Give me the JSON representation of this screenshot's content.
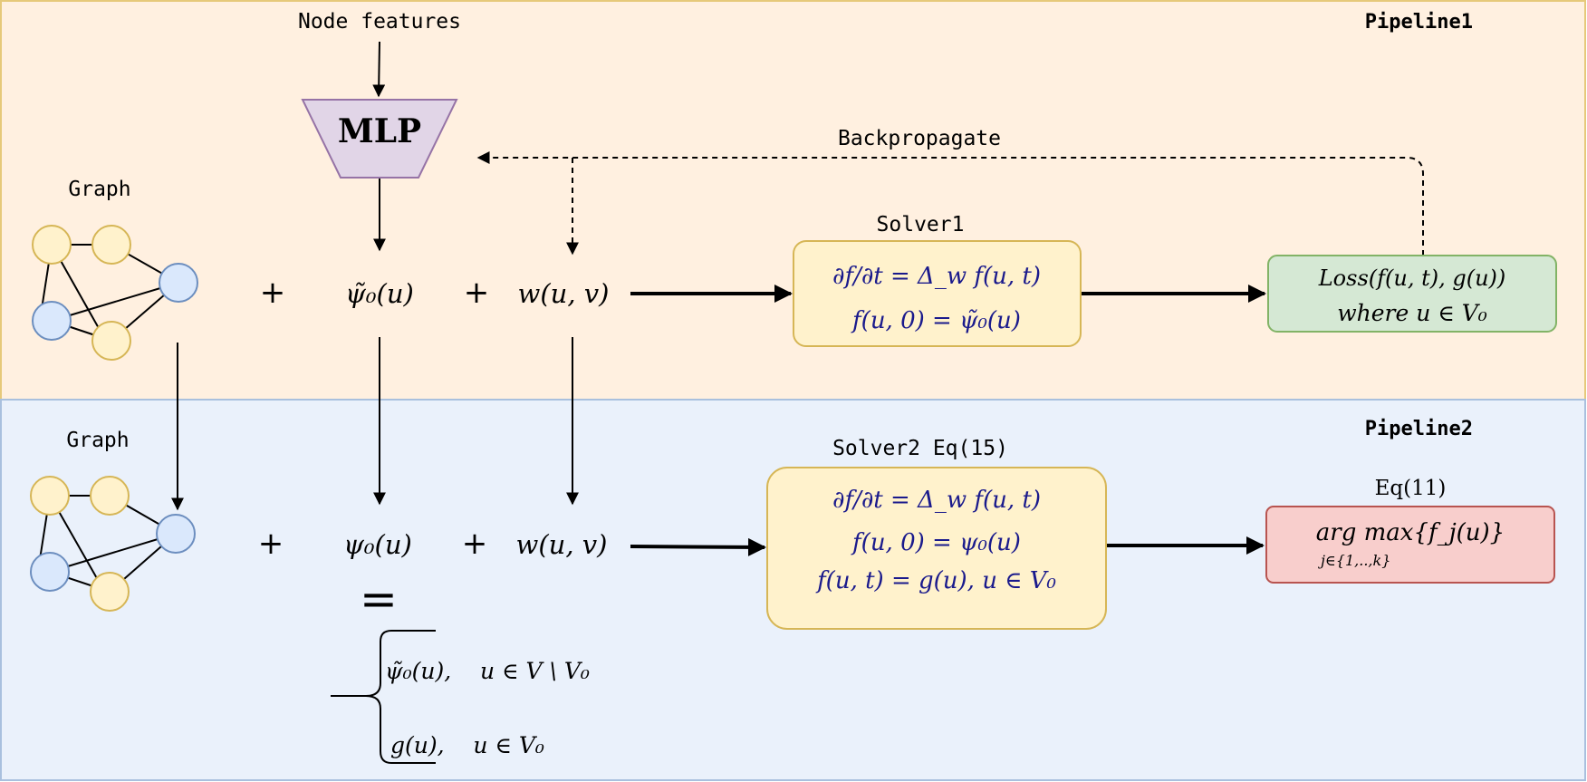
{
  "pipeline1": {
    "title": "Pipeline1",
    "node_features": "Node features",
    "mlp": "MLP",
    "backpropagate": "Backpropagate",
    "graph_label": "Graph",
    "plus": "+",
    "psi_tilde": "ψ̃₀(u)",
    "weight": "w(u, v)",
    "solver_title": "Solver1",
    "solver_lines": [
      "∂f/∂t = Δ_w f(u, t)",
      "f(u, 0) = ψ̃₀(u)"
    ],
    "loss_line1": "Loss(f(u, t), g(u))",
    "loss_line2": "where u ∈ V₀"
  },
  "pipeline2": {
    "title": "Pipeline2",
    "graph_label": "Graph",
    "plus": "+",
    "psi": "ψ₀(u)",
    "weight": "w(u, v)",
    "equals": "=",
    "case1": "ψ̃₀(u),    u ∈ V \\ V₀",
    "case2": "g(u),    u ∈ V₀",
    "solver_title": "Solver2 Eq(15)",
    "solver_lines": [
      "∂f/∂t = Δ_w f(u, t)",
      "f(u, 0) = ψ₀(u)",
      "f(u, t) = g(u), u ∈ V₀"
    ],
    "output_title": "Eq(11)",
    "output_line1": "arg max{f_j(u)}",
    "output_subscript": "j∈{1,..,k}"
  },
  "colors": {
    "pipeline1_bg": "#fff0e0",
    "pipeline2_bg": "#eaf1fb",
    "node_yellow": "#fff2cc",
    "node_blue": "#dae8fc",
    "mlp_fill": "#e1d5e7",
    "solver_fill": "#fff2cc",
    "loss_fill": "#d5e8d4",
    "output_fill": "#f8cecc",
    "math_navy": "#1a1a8c"
  }
}
